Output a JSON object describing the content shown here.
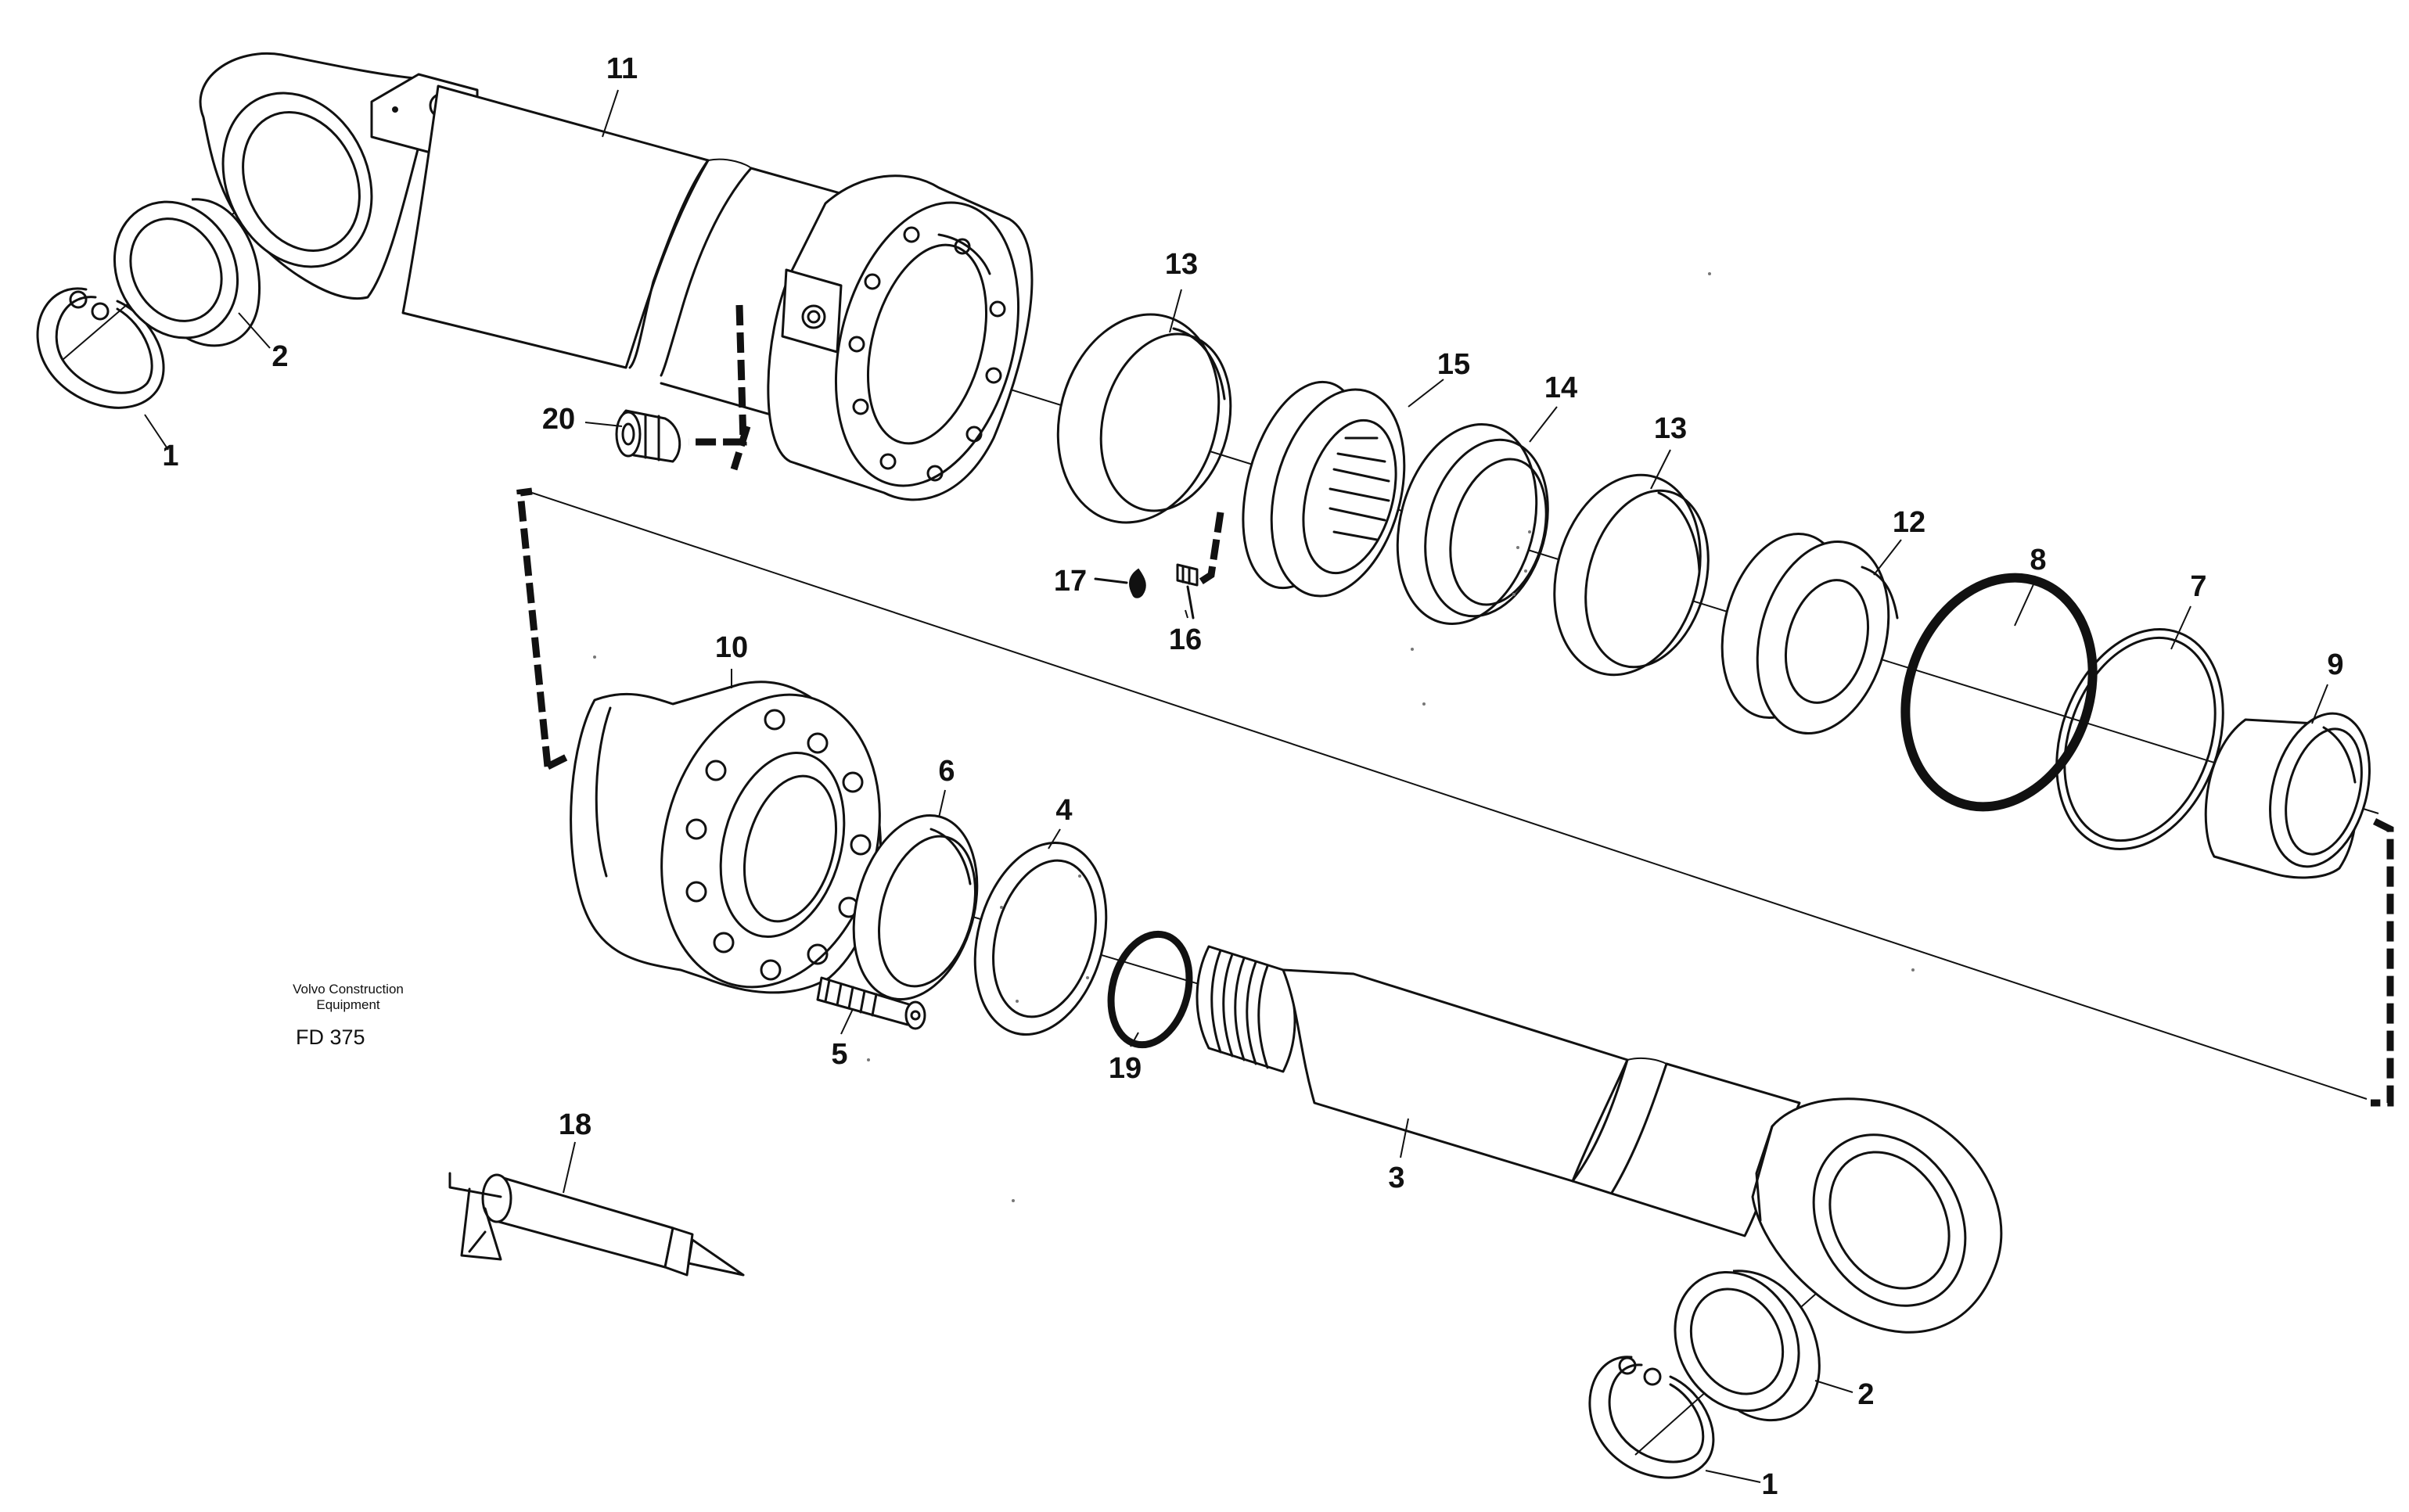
{
  "figure": {
    "brand_line1": "Volvo Construction",
    "brand_line2": "Equipment",
    "figure_code": "FD 375"
  },
  "callouts": {
    "c1_top": "1",
    "c2_top": "2",
    "c11": "11",
    "c20": "20",
    "c13_a": "13",
    "c15": "15",
    "c14": "14",
    "c13_b": "13",
    "c12": "12",
    "c17": "17",
    "c16": "16",
    "c8": "8",
    "c7": "7",
    "c9": "9",
    "c10": "10",
    "c6": "6",
    "c4": "4",
    "c5": "5",
    "c19": "19",
    "c18": "18",
    "c3": "3",
    "c2_bottom": "2",
    "c1_bottom": "1"
  }
}
